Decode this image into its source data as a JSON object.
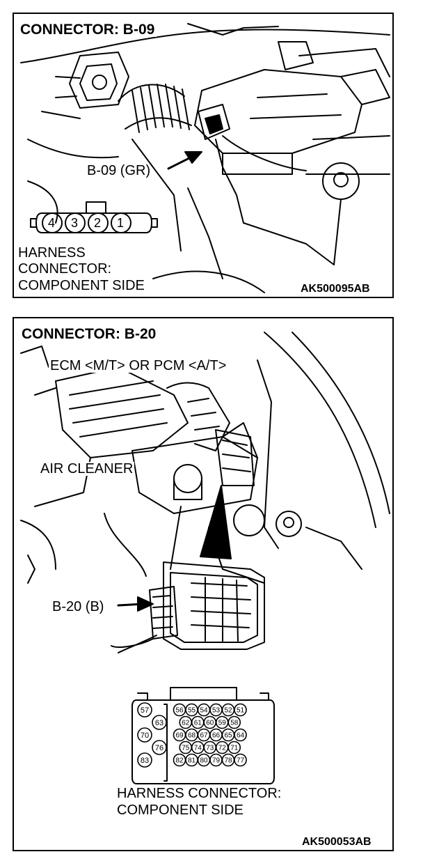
{
  "panel1": {
    "title": "CONNECTOR: B-09",
    "callout": "B-09 (GR)",
    "pins": [
      "4",
      "3",
      "2",
      "1"
    ],
    "side_line1": "HARNESS",
    "side_line2": "CONNECTOR:",
    "side_line3": "COMPONENT SIDE",
    "code": "AK500095AB"
  },
  "panel2": {
    "title": "CONNECTOR: B-20",
    "ecm_label": "ECM <M/T> OR PCM <A/T>",
    "air_label": "AIR CLEANER",
    "callout": "B-20 (B)",
    "pins": {
      "col_a": [
        "57",
        "70",
        "83"
      ],
      "col_b": [
        "63",
        "76"
      ],
      "row1": [
        "56",
        "55",
        "54",
        "53",
        "52",
        "51"
      ],
      "row2": [
        "62",
        "61",
        "60",
        "59",
        "58"
      ],
      "row3": [
        "69",
        "68",
        "67",
        "66",
        "65",
        "64"
      ],
      "row4": [
        "75",
        "74",
        "73",
        "72",
        "71"
      ],
      "row5": [
        "82",
        "81",
        "80",
        "79",
        "78",
        "77"
      ]
    },
    "side_line1": "HARNESS CONNECTOR:",
    "side_line2": "COMPONENT SIDE",
    "code": "AK500053AB"
  }
}
